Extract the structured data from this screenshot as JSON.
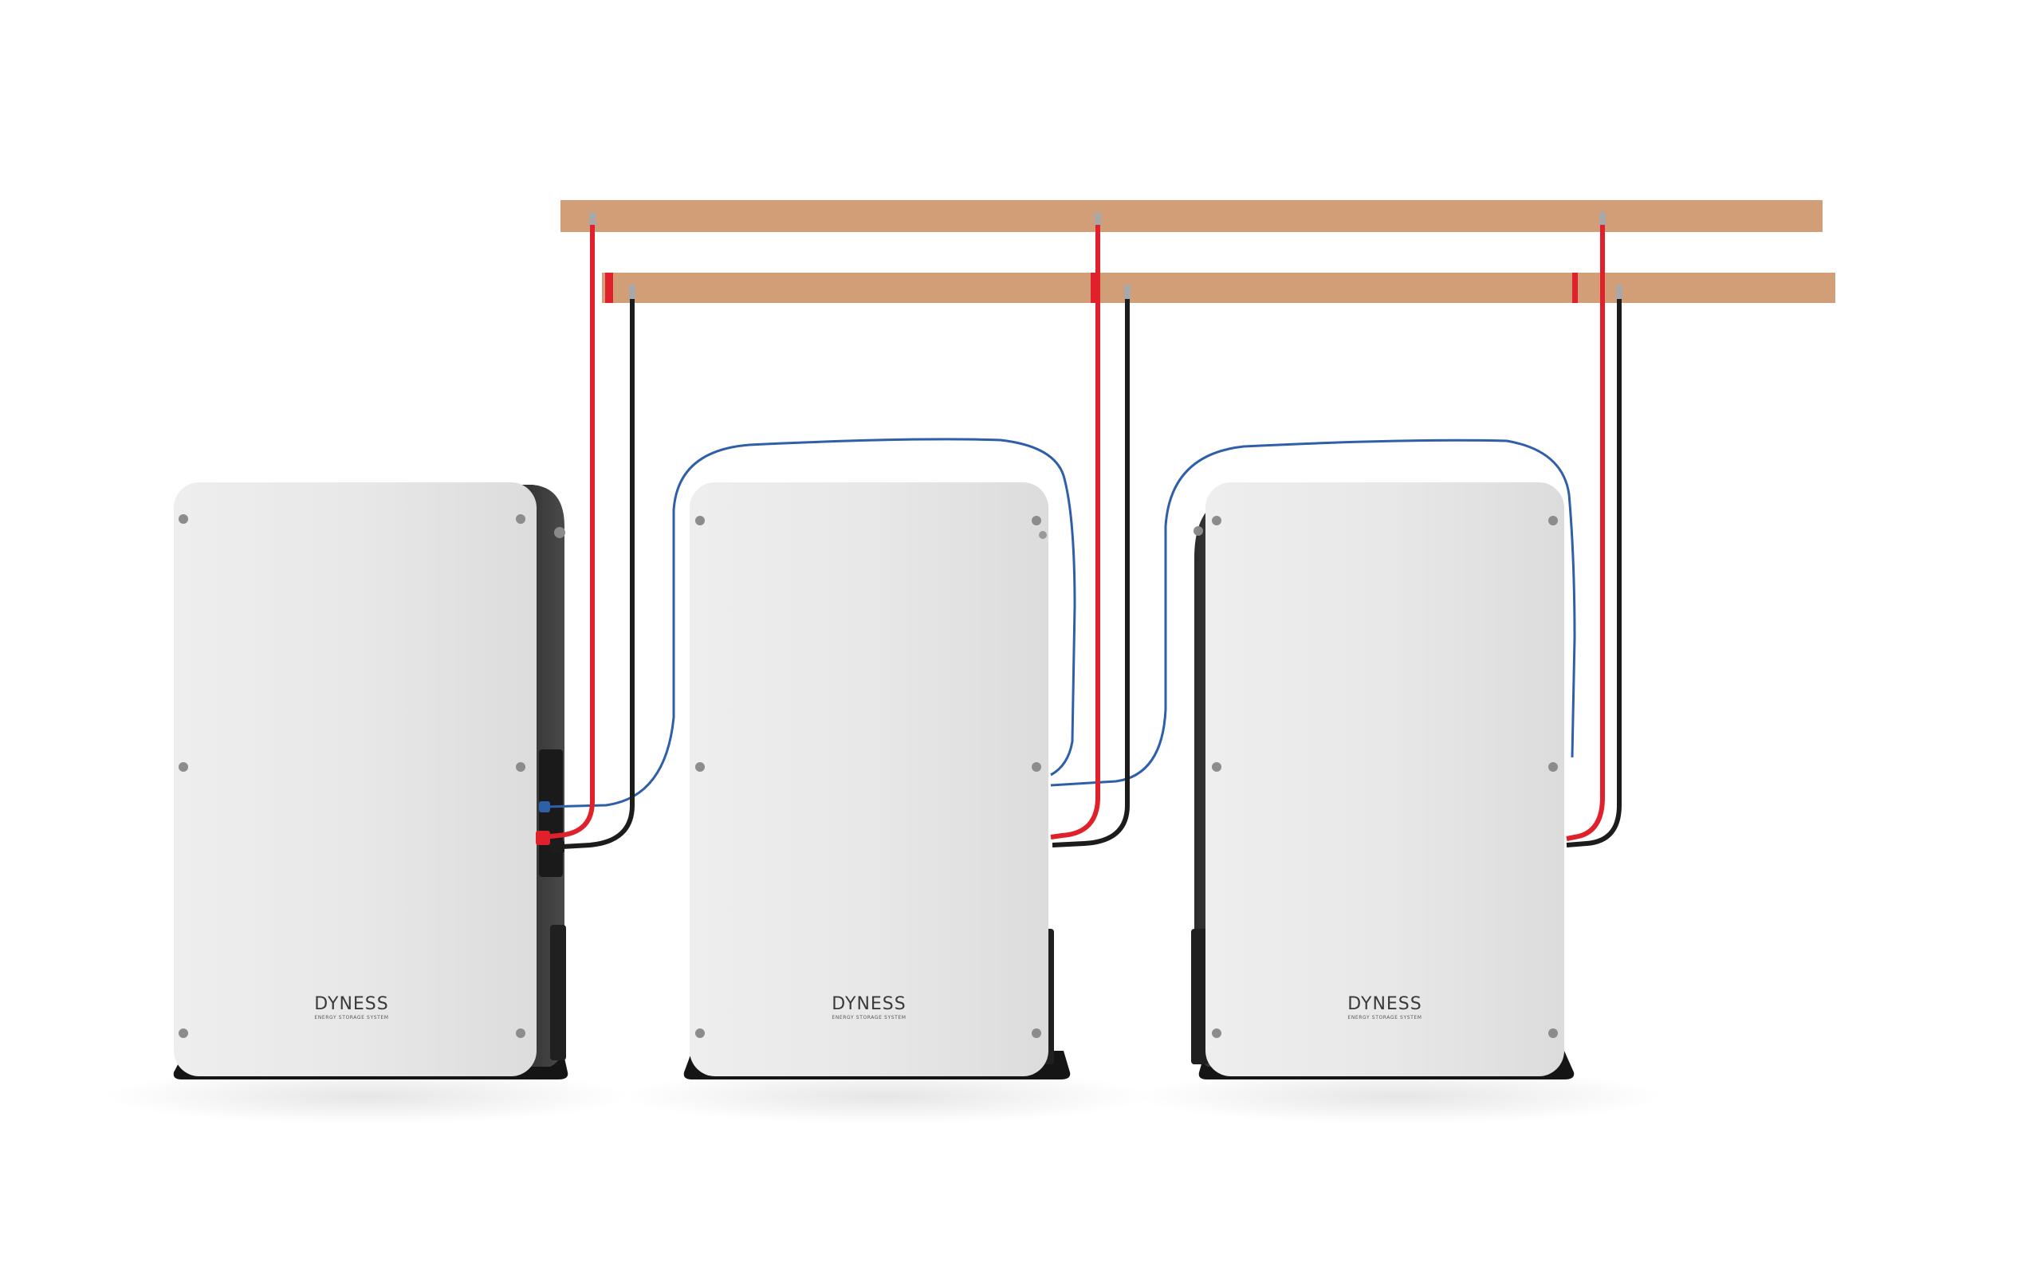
{
  "colors": {
    "busbar": "#d29e78",
    "positive_cable": "#e0202a",
    "negative_cable": "#1c1c1c",
    "comm_cable": "#2f5fa8",
    "battery_panel": "#e7e7e7",
    "battery_body": "#3a3a3a",
    "stand": "#151515"
  },
  "batteries": [
    {
      "brand": "DYNESS",
      "subtitle": "ENERGY STORAGE SYSTEM"
    },
    {
      "brand": "DYNESS",
      "subtitle": "ENERGY STORAGE SYSTEM"
    },
    {
      "brand": "DYNESS",
      "subtitle": "ENERGY STORAGE SYSTEM"
    }
  ]
}
